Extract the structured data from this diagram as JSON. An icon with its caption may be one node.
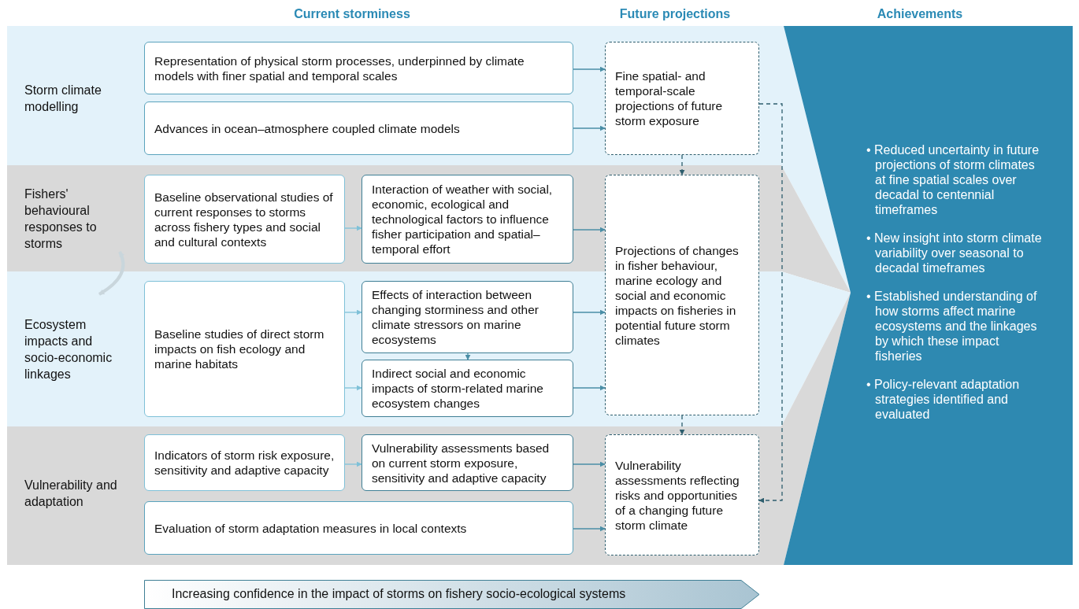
{
  "diagram": {
    "nodes": [
      {
        "text": [
          "Storm climate modelling"
        ]
      },
      {
        "text": [
          "Representation of physical storm processes, underpinned by climate models with finer spatial and temporal scales"
        ],
        "in": 0
      },
      {
        "text": [
          "Advances in ocean–atmosphere coupled climate models"
        ],
        "in": 0
      },
      {
        "text": [
          "Fine spatial- and temporal-scale projections of future storm exposure"
        ],
        "in": 0
      },
      {
        "text": [
          "Fishers' behavioural responses to storms"
        ]
      },
      {
        "text": [
          "Baseline observational studies of current responses to storms across fishery types and social and cultural contexts"
        ],
        "in": 4
      },
      {
        "text": [
          "Interaction of weather with social, economic, ecological and technological factors to influence fisher participation and spatial–temporal effort"
        ],
        "in": 4
      },
      {
        "text": [
          "Ecosystem impacts and socio-economic linkages"
        ]
      },
      {
        "text": [
          "Baseline studies of direct storm impacts on fish ecology and marine habitats"
        ],
        "in": 7
      },
      {
        "text": [
          "Effects of interaction between changing storminess and other climate stressors on marine ecosystems"
        ],
        "in": 7
      },
      {
        "text": [
          "Indirect social and economic impacts of storm-related marine ecosystem changes"
        ],
        "in": 7
      },
      {
        "text": [
          "Projections of changes in fisher behaviour, marine ecology and social and economic impacts on fisheries in potential future storm climates"
        ]
      },
      {
        "text": [
          "Vulnerability and adaptation"
        ]
      },
      {
        "text": [
          "Indicators of storm risk exposure, sensitivity and adaptive capacity"
        ],
        "in": 12
      },
      {
        "text": [
          "Vulnerability assessments based on current storm exposure, sensitivity and adaptive capacity"
        ],
        "in": 12
      },
      {
        "text": [
          "Evaluation of storm adaptation measures in local contexts"
        ],
        "in": 12
      },
      {
        "text": [
          "Vulnerability assessments reflecting risks and opportunities of a changing future storm climate"
        ],
        "in": 12
      },
      {
        "text": [
          "• Reduced uncertainty in future projections of storm climates at fine spatial scales over decadal to centennial timeframes",
          "• New insight into storm climate variability over seasonal to decadal timeframes",
          "• Established understanding of how storms affect marine ecosystems and the linkages by which these impact fisheries",
          "• Policy-relevant adaptation strategies identified and evaluated"
        ]
      },
      {
        "text": [
          "Increasing confidence in the impact of storms on fishery socio-ecological systems"
        ]
      }
    ],
    "edges": [
      {
        "from": 1,
        "to": 3,
        "arrow": "to"
      },
      {
        "from": 2,
        "to": 3,
        "arrow": "to"
      },
      {
        "from": 5,
        "to": 6,
        "arrow": "to",
        "color": "#7fc1d8"
      },
      {
        "from": 6,
        "to": 11,
        "arrow": "to"
      },
      {
        "from": 8,
        "to": 9,
        "arrow": "to",
        "color": "#7fc1d8"
      },
      {
        "from": 8,
        "to": 10,
        "arrow": "to",
        "color": "#7fc1d8"
      },
      {
        "from": 9,
        "to": 10,
        "arrow": "to"
      },
      {
        "from": 9,
        "to": 11,
        "arrow": "to"
      },
      {
        "from": 10,
        "to": 11,
        "arrow": "to"
      },
      {
        "from": 3,
        "to": 11,
        "arrow": "to",
        "style": "dashed",
        "color": "#2e5e6e"
      },
      {
        "from": 11,
        "to": 16,
        "arrow": "to",
        "style": "dashed",
        "color": "#2e5e6e"
      },
      {
        "from": 3,
        "to": 16,
        "arrow": "to",
        "style": "dashed",
        "color": "#2e5e6e"
      },
      {
        "from": 13,
        "to": 14,
        "arrow": "to",
        "color": "#7fc1d8"
      },
      {
        "from": 14,
        "to": 16,
        "arrow": "to"
      },
      {
        "from": 15,
        "to": 16,
        "arrow": "to"
      },
      {
        "from": 4,
        "to": 7,
        "arrow": "both",
        "style": "thick",
        "color": "#c9d6dc"
      }
    ],
    "labels": [
      "Current storminess",
      "Future projections",
      "Achievements"
    ]
  }
}
